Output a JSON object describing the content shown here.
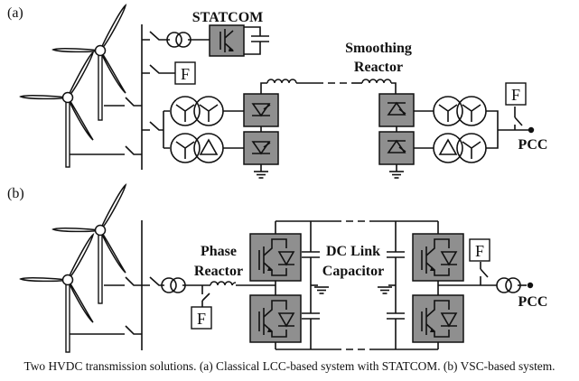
{
  "panels": [
    {
      "id": "a",
      "label": "(a)",
      "statcom_label": "STATCOM",
      "reactor_label_line1": "Smoothing",
      "reactor_label_line2": "Reactor",
      "filter_label": "F",
      "pcc_label": "PCC"
    },
    {
      "id": "b",
      "label": "(b)",
      "reactor_label_line1": "Phase",
      "reactor_label_line2": "Reactor",
      "capacitor_label_line1": "DC Link",
      "capacitor_label_line2": "Capacitor",
      "filter_label": "F",
      "pcc_label": "PCC"
    }
  ],
  "caption": "Two HVDC transmission solutions. (a) Classical LCC-based system with STATCOM. (b) VSC-based system.",
  "colors": {
    "converter_fill": "#8f8f8f",
    "line": "#111111",
    "background": "#ffffff"
  }
}
